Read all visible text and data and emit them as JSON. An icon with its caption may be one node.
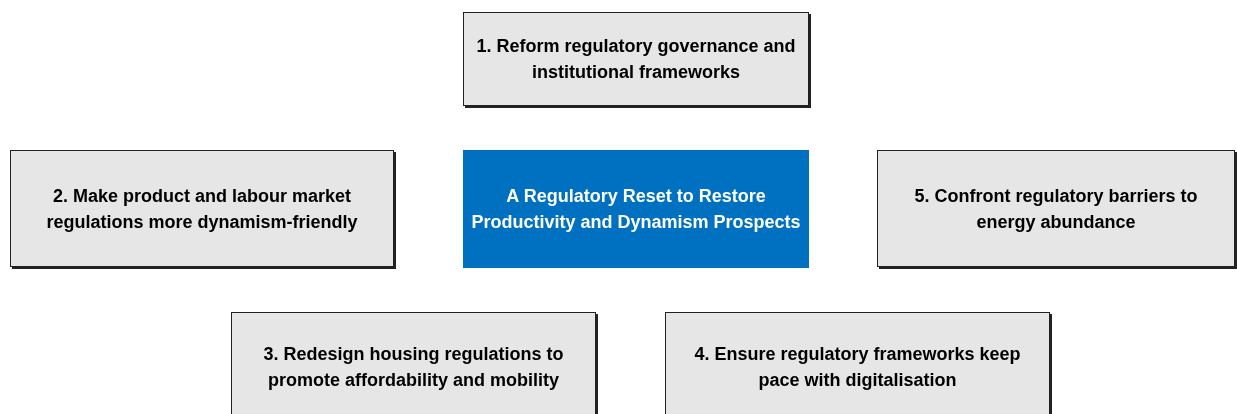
{
  "diagram": {
    "nodes": [
      {
        "text": [
          "1. Reform regulatory governance and institutional frameworks"
        ]
      },
      {
        "text": [
          "2. Make product and labour market regulations more dynamism-friendly"
        ]
      },
      {
        "text": [
          "A Regulatory Reset to Restore Productivity and Dynamism Prospects"
        ]
      },
      {
        "text": [
          "5. Confront regulatory barriers to energy abundance"
        ]
      },
      {
        "text": [
          "3. Redesign housing regulations to promote affordability and mobility"
        ]
      },
      {
        "text": [
          "4. Ensure regulatory frameworks keep pace with digitalisation"
        ]
      }
    ],
    "edges": []
  }
}
